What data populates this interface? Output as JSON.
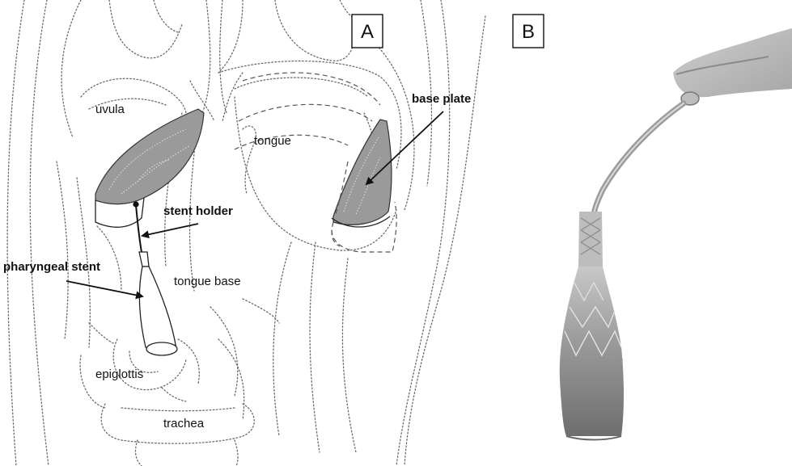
{
  "panels": {
    "a": {
      "letter": "A"
    },
    "b": {
      "letter": "B"
    }
  },
  "labels": {
    "uvula": "uvula",
    "tongue": "tongue",
    "base_plate": "base plate",
    "stent_holder": "stent holder",
    "pharyngeal_stent": "pharyngeal stent",
    "tongue_base": "tongue base",
    "epiglottis": "epiglottis",
    "trachea": "trachea"
  }
}
